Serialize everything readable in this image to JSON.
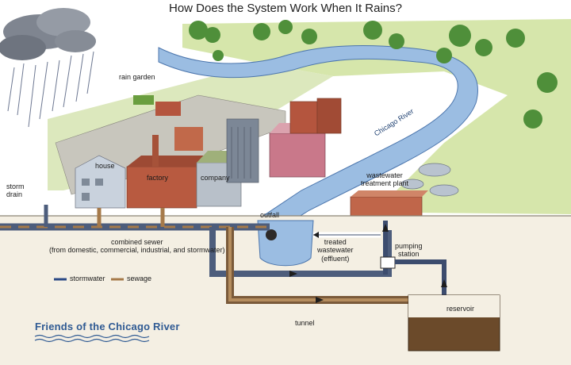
{
  "title": "How Does the System Work When It Rains?",
  "labels": {
    "rain_garden": "rain garden",
    "house": "house",
    "factory": "factory",
    "company": "company",
    "storm_drain": "storm\ndrain",
    "chicago_river": "Chicago River",
    "wastewater_plant": "wastewater\ntreatment plant",
    "outfall": "outfall",
    "treated_wastewater": "treated\nwastewater\n(effluent)",
    "pumping_station": "pumping\nstation",
    "combined_sewer": "combined sewer\n(from domestic, commercial, industrial, and stormwater)",
    "reservoir": "reservoir",
    "tunnel": "tunnel"
  },
  "legend": {
    "stormwater": "stormwater",
    "sewage": "sewage"
  },
  "brand": "Friends of the Chicago River",
  "colors": {
    "stormwater": "#2c4a86",
    "sewage": "#a67a4a",
    "river": "#8fb4dd",
    "grass": "#cfe2a2",
    "tree": "#4f8f3a",
    "brick": "#b4553e",
    "ground": "#f4efe3"
  }
}
